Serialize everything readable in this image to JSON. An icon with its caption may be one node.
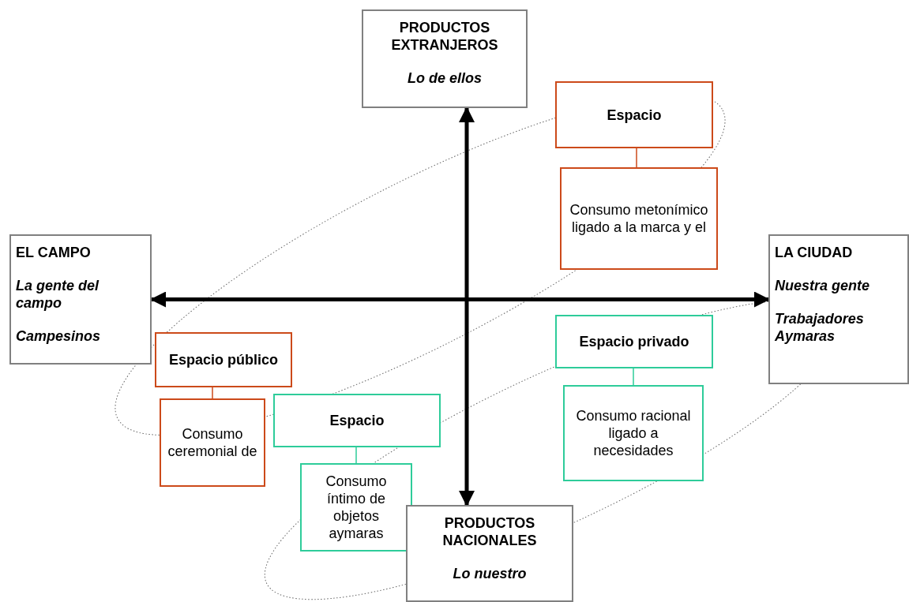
{
  "diagram": {
    "nodes": [
      {
        "text": [
          "PRODUCTOS EXTRANJEROS",
          "Lo de ellos"
        ]
      },
      {
        "text": [
          "Espacio"
        ]
      },
      {
        "text": [
          "Consumo metonímico ligado a la marca y el"
        ]
      },
      {
        "text": [
          "EL CAMPO",
          "La gente del campo",
          "Campesinos"
        ]
      },
      {
        "text": [
          "LA CIUDAD",
          "Nuestra gente",
          "Trabajadores Aymaras"
        ]
      },
      {
        "text": [
          "Espacio público"
        ]
      },
      {
        "text": [
          "Espacio privado"
        ]
      },
      {
        "text": [
          "Consumo ceremonial de"
        ]
      },
      {
        "text": [
          "Espacio"
        ]
      },
      {
        "text": [
          "Consumo racional ligado a necesidades"
        ]
      },
      {
        "text": [
          "Consumo íntimo de objetos aymaras"
        ]
      },
      {
        "text": [
          "PRODUCTOS NACIONALES",
          "Lo nuestro"
        ]
      }
    ],
    "edges": [
      {
        "from": 0,
        "to": 11,
        "arrow": "both",
        "style": "thick"
      },
      {
        "from": 3,
        "to": 4,
        "arrow": "both",
        "style": "thick"
      },
      {
        "from": 1,
        "to": 2,
        "arrow": "none",
        "color": "#cc4a1a"
      },
      {
        "from": 5,
        "to": 7,
        "arrow": "none",
        "color": "#cc4a1a"
      },
      {
        "from": 8,
        "to": 10,
        "arrow": "none",
        "color": "#2ecc9a"
      },
      {
        "from": 6,
        "to": 9,
        "arrow": "none",
        "color": "#2ecc9a"
      }
    ]
  }
}
